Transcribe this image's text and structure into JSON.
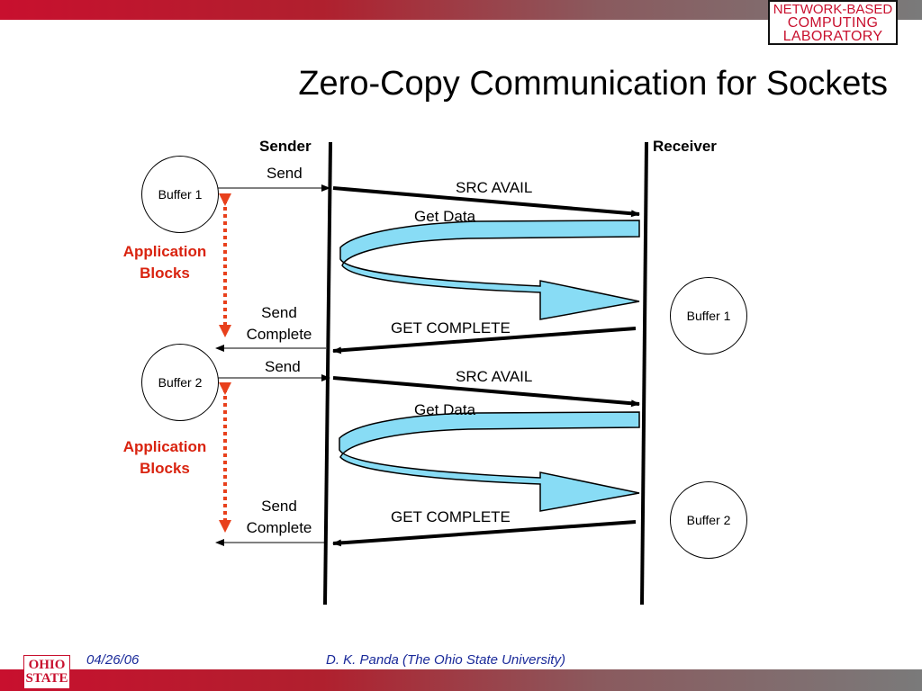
{
  "header": {
    "logo_lines": [
      "NETWORK-BASED",
      "COMPUTING",
      "LABORATORY"
    ],
    "title": "Zero-Copy Communication for Sockets"
  },
  "diagram": {
    "sender_label": "Sender",
    "receiver_label": "Receiver",
    "sender_buffers": [
      "Buffer 1",
      "Buffer 2"
    ],
    "receiver_buffers": [
      "Buffer 1",
      "Buffer 2"
    ],
    "send_label": "Send",
    "send_complete_label_1": "Send",
    "send_complete_label_2": "Complete",
    "src_avail_label": "SRC AVAIL",
    "get_data_label": "Get Data",
    "get_complete_label": "GET COMPLETE",
    "app_blocks_label_1": "Application",
    "app_blocks_label_2": "Blocks"
  },
  "colors": {
    "brand_red": "#c8102e",
    "accent_orange": "#e8401c",
    "get_data_fill": "#88dcf5"
  },
  "footer": {
    "logo_lines": [
      "OHIO",
      "STATE"
    ],
    "date": "04/26/06",
    "author": "D. K. Panda (The Ohio State University)"
  }
}
